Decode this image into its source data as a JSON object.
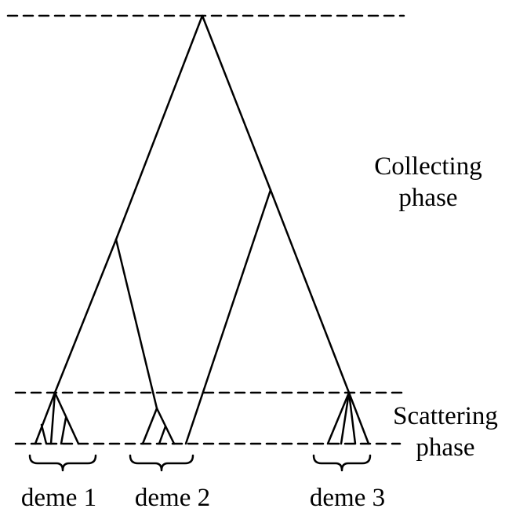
{
  "labels": {
    "collecting_line1": "Collecting",
    "collecting_line2": "phase",
    "scattering_line1": "Scattering",
    "scattering_line2": "phase",
    "deme1": "deme 1",
    "deme2": "deme 2",
    "deme3": "deme 3"
  },
  "colors": {
    "line": "#000000",
    "background": "#ffffff"
  }
}
